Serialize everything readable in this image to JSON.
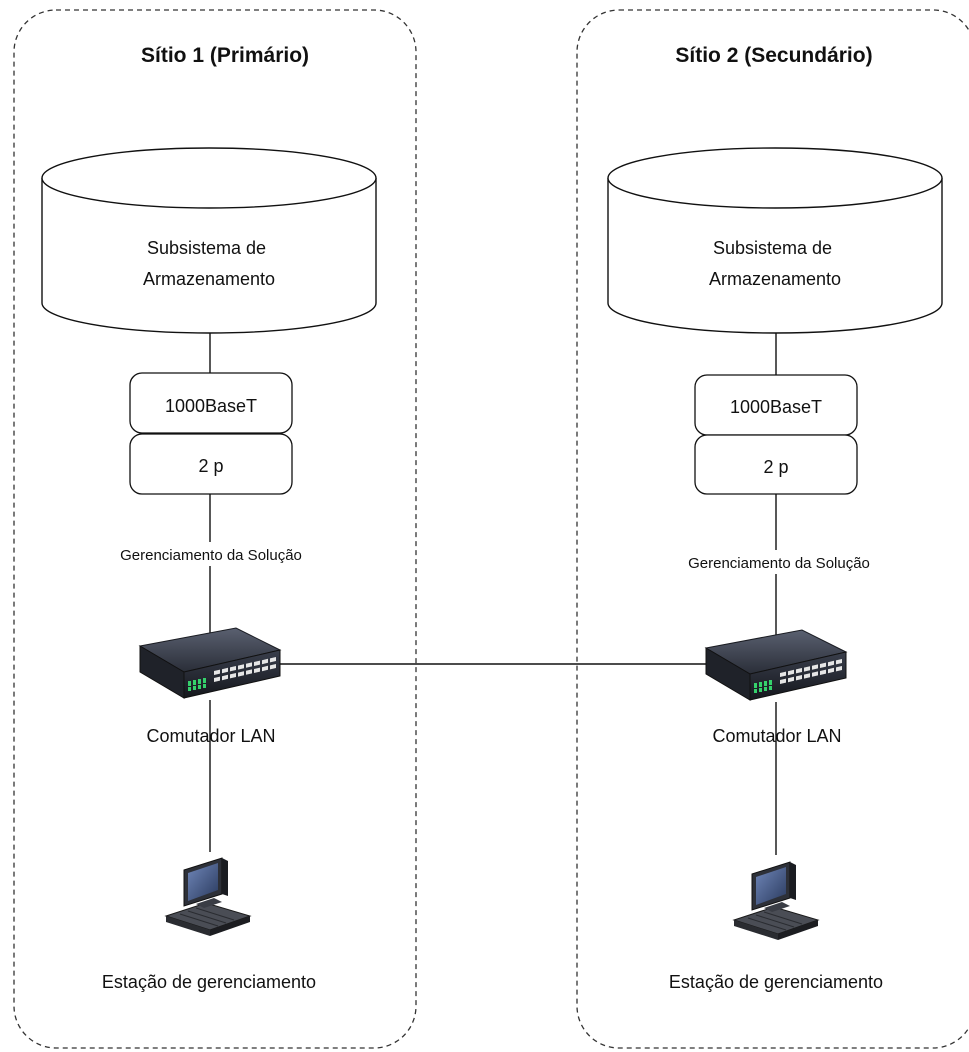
{
  "sites": [
    {
      "title": "Sítio 1 (Primário)",
      "storage": "Subsistema de Armazenamento",
      "storage_lines": [
        "Subsistema de",
        "Armazenamento"
      ],
      "port_type": "1000BaseT",
      "port_count": "2 p",
      "link_label": "Gerenciamento da Solução",
      "switch_label": "Comutador LAN",
      "workstation_label": "Estação de gerenciamento"
    },
    {
      "title": "Sítio 2 (Secundário)",
      "storage": "Subsistema de Armazenamento",
      "storage_lines": [
        "Subsistema de",
        "Armazenamento"
      ],
      "port_type": "1000BaseT",
      "port_count": "2 p",
      "link_label": "Gerenciamento da Solução",
      "switch_label": "Comutador LAN",
      "workstation_label": "Estação de gerenciamento"
    }
  ],
  "icons": {
    "switch": "network-switch-icon",
    "workstation": "workstation-icon",
    "storage": "database-cylinder"
  },
  "colors": {
    "line": "#111111",
    "switch_body": "#2b2f3a",
    "switch_ports": "#e8e8e8",
    "switch_leds": "#35d16b",
    "monitor_screen": "#3b4f7a"
  }
}
